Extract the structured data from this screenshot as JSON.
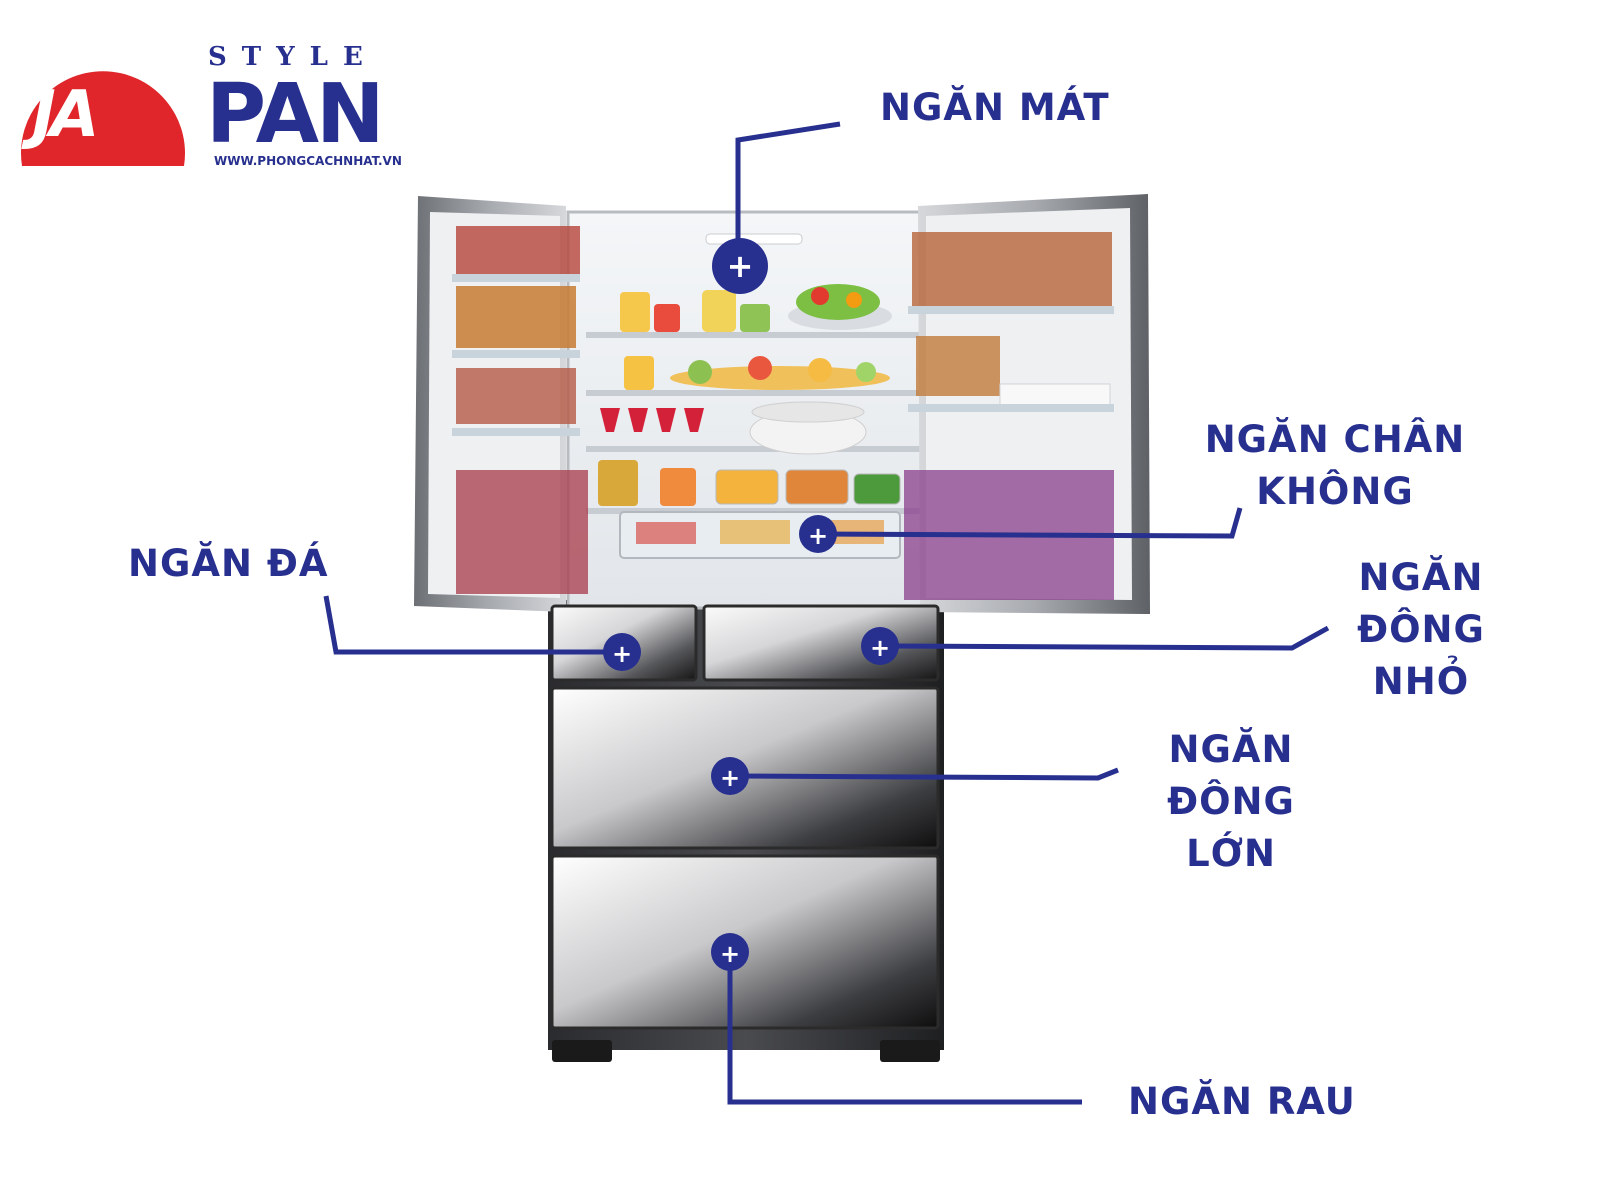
{
  "logo": {
    "mark": "JA",
    "style_word": "STYLE",
    "name": "PAN",
    "url": "WWW.PHONGCACHNHAT.VN",
    "colors": {
      "red": "#e0252b",
      "navy": "#272f8f"
    }
  },
  "accent_color": "#272f8f",
  "callouts": [
    {
      "id": "ngan-mat",
      "label": "NGĂN MÁT",
      "lines": [
        "NGĂN MÁT"
      ]
    },
    {
      "id": "ngan-chan-khong",
      "label": "NGĂN CHÂN KHÔNG",
      "lines": [
        "NGĂN CHÂN",
        "KHÔNG"
      ]
    },
    {
      "id": "ngan-da",
      "label": "NGĂN ĐÁ",
      "lines": [
        "NGĂN ĐÁ"
      ]
    },
    {
      "id": "ngan-dong-nho",
      "label": "NGĂN ĐÔNG NHỎ",
      "lines": [
        "NGĂN",
        "ĐÔNG",
        "NHỎ"
      ]
    },
    {
      "id": "ngan-dong-lon",
      "label": "NGĂN ĐÔNG LỚN",
      "lines": [
        "NGĂN",
        "ĐÔNG",
        "LỚN"
      ]
    },
    {
      "id": "ngan-rau",
      "label": "NGĂN RAU",
      "lines": [
        "NGĂN RAU"
      ]
    }
  ],
  "hotspot_icon": "plus-icon"
}
